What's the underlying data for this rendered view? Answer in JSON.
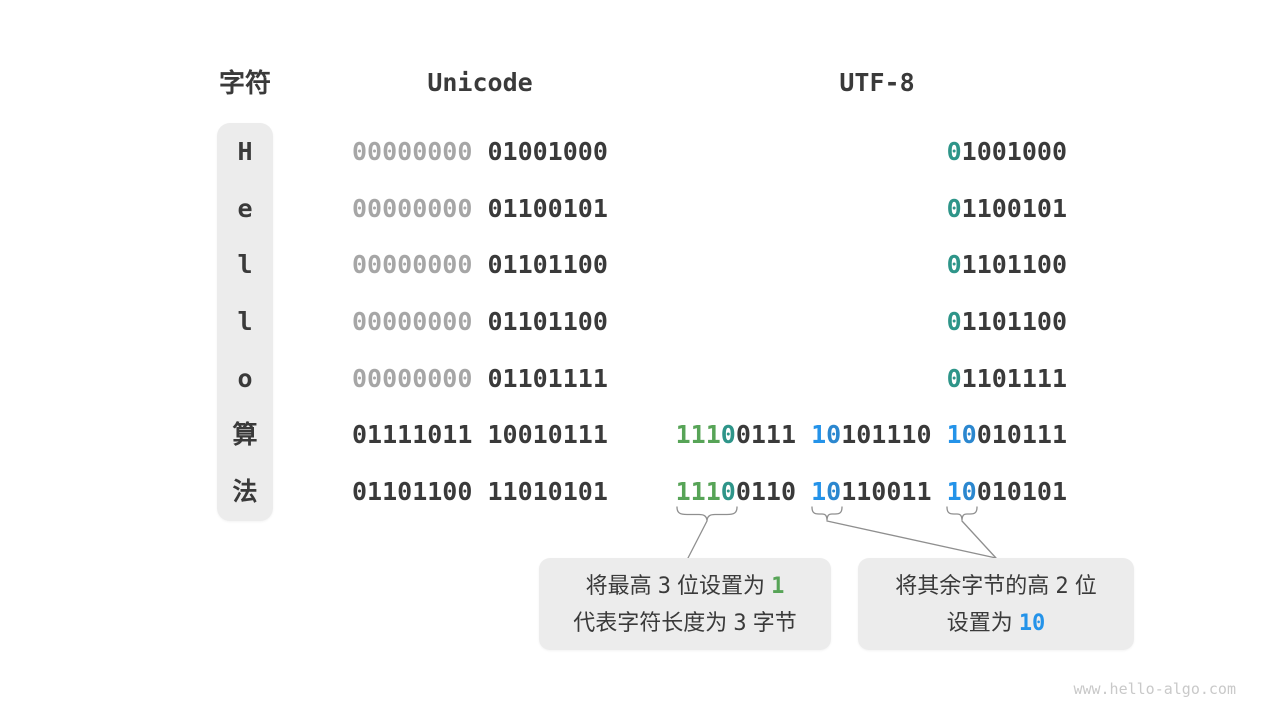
{
  "header": {
    "char": "字符",
    "unicode": "Unicode",
    "utf8": "UTF-8"
  },
  "colors": {
    "dark": "#3A3A3A",
    "gray": "#A6A6A6",
    "green": "#57A457",
    "teal": "#2E9589",
    "blue": "#2493E9",
    "blue_dark": "#2B87CF",
    "box_bg": "#ECECEC",
    "brace_line": "#8F8F8F"
  },
  "rows": [
    {
      "char": "H",
      "unicode": [
        {
          "text": "00000000 ",
          "color": "gray"
        },
        {
          "text": "01001000",
          "color": "dark"
        }
      ],
      "utf8": [
        {
          "text": "0",
          "color": "teal"
        },
        {
          "text": "1001000",
          "color": "dark"
        }
      ]
    },
    {
      "char": "e",
      "unicode": [
        {
          "text": "00000000 ",
          "color": "gray"
        },
        {
          "text": "01100101",
          "color": "dark"
        }
      ],
      "utf8": [
        {
          "text": "0",
          "color": "teal"
        },
        {
          "text": "1100101",
          "color": "dark"
        }
      ]
    },
    {
      "char": "l",
      "unicode": [
        {
          "text": "00000000 ",
          "color": "gray"
        },
        {
          "text": "01101100",
          "color": "dark"
        }
      ],
      "utf8": [
        {
          "text": "0",
          "color": "teal"
        },
        {
          "text": "1101100",
          "color": "dark"
        }
      ]
    },
    {
      "char": "l",
      "unicode": [
        {
          "text": "00000000 ",
          "color": "gray"
        },
        {
          "text": "01101100",
          "color": "dark"
        }
      ],
      "utf8": [
        {
          "text": "0",
          "color": "teal"
        },
        {
          "text": "1101100",
          "color": "dark"
        }
      ]
    },
    {
      "char": "o",
      "unicode": [
        {
          "text": "00000000 ",
          "color": "gray"
        },
        {
          "text": "01101111",
          "color": "dark"
        }
      ],
      "utf8": [
        {
          "text": "0",
          "color": "teal"
        },
        {
          "text": "1101111",
          "color": "dark"
        }
      ]
    },
    {
      "char": "算",
      "unicode": [
        {
          "text": "01111011 10010111",
          "color": "dark"
        }
      ],
      "utf8": [
        {
          "text": "111",
          "color": "green"
        },
        {
          "text": "0",
          "color": "teal"
        },
        {
          "text": "0111 ",
          "color": "dark"
        },
        {
          "text": "1",
          "color": "blue"
        },
        {
          "text": "0",
          "color": "blue_dark"
        },
        {
          "text": "101110 ",
          "color": "dark"
        },
        {
          "text": "1",
          "color": "blue"
        },
        {
          "text": "0",
          "color": "blue_dark"
        },
        {
          "text": "010111",
          "color": "dark"
        }
      ]
    },
    {
      "char": "法",
      "unicode": [
        {
          "text": "01101100 11010101",
          "color": "dark"
        }
      ],
      "utf8": [
        {
          "text": "111",
          "color": "green"
        },
        {
          "text": "0",
          "color": "teal"
        },
        {
          "text": "0110 ",
          "color": "dark"
        },
        {
          "text": "1",
          "color": "blue"
        },
        {
          "text": "0",
          "color": "blue_dark"
        },
        {
          "text": "110011 ",
          "color": "dark"
        },
        {
          "text": "1",
          "color": "blue"
        },
        {
          "text": "0",
          "color": "blue_dark"
        },
        {
          "text": "010101",
          "color": "dark"
        }
      ]
    }
  ],
  "callouts": [
    {
      "lines": [
        [
          {
            "text": "将最高 ",
            "color": "dark"
          },
          {
            "text": "3",
            "color": "dark",
            "mono": true
          },
          {
            "text": " 位设置为 ",
            "color": "dark"
          },
          {
            "text": "1",
            "color": "green",
            "mono": true,
            "bold": true
          }
        ],
        [
          {
            "text": "代表字符长度为 ",
            "color": "dark"
          },
          {
            "text": "3",
            "color": "dark",
            "mono": true
          },
          {
            "text": " 字节",
            "color": "dark"
          }
        ]
      ]
    },
    {
      "lines": [
        [
          {
            "text": "将其余字节的高 ",
            "color": "dark"
          },
          {
            "text": "2",
            "color": "dark",
            "mono": true
          },
          {
            "text": " 位",
            "color": "dark"
          }
        ],
        [
          {
            "text": "设置为 ",
            "color": "dark"
          },
          {
            "text": "10",
            "color": "blue",
            "mono": true,
            "bold": true
          }
        ]
      ]
    }
  ],
  "watermark": "www.hello-algo.com"
}
